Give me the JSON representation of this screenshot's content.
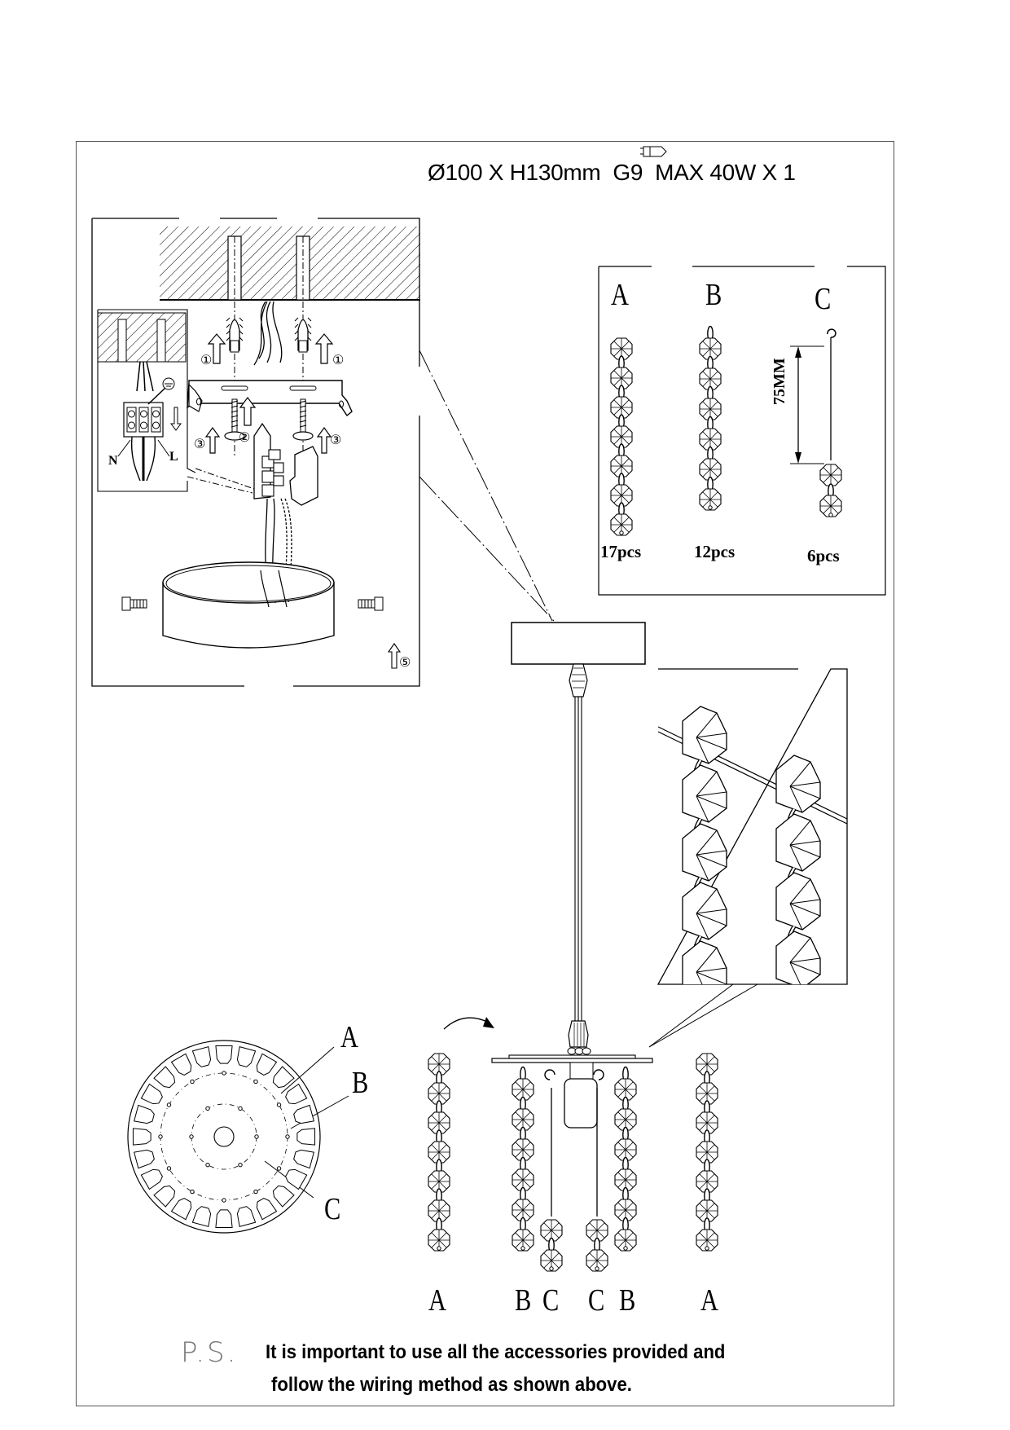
{
  "document": {
    "type": "installation-diagram",
    "subject": "crystal pendant lamp"
  },
  "header": {
    "spec_text": "Ø100 X H130mm  G9  MAX 40W X 1",
    "bulb_icon": "g9-bulb-icon"
  },
  "mounting_detail": {
    "step_markers": [
      "①",
      "①",
      "②",
      "③",
      "③",
      "⑤"
    ],
    "wire_labels": {
      "neutral": "N",
      "live": "L"
    },
    "ground_symbol": "⏚"
  },
  "parts": {
    "items": [
      {
        "label": "A",
        "quantity": "17pcs"
      },
      {
        "label": "B",
        "quantity": "12pcs"
      },
      {
        "label": "C",
        "quantity": "6pcs",
        "dimension": "75MM"
      }
    ]
  },
  "top_view": {
    "labels": [
      "A",
      "B",
      "C"
    ]
  },
  "assembly": {
    "strand_labels": [
      "A",
      "B",
      "C",
      "C",
      "B",
      "A"
    ]
  },
  "footer": {
    "prefix": "P.S.",
    "line1": "It is important to use all the accessories provided and",
    "line2": "follow the wiring method as shown above."
  }
}
